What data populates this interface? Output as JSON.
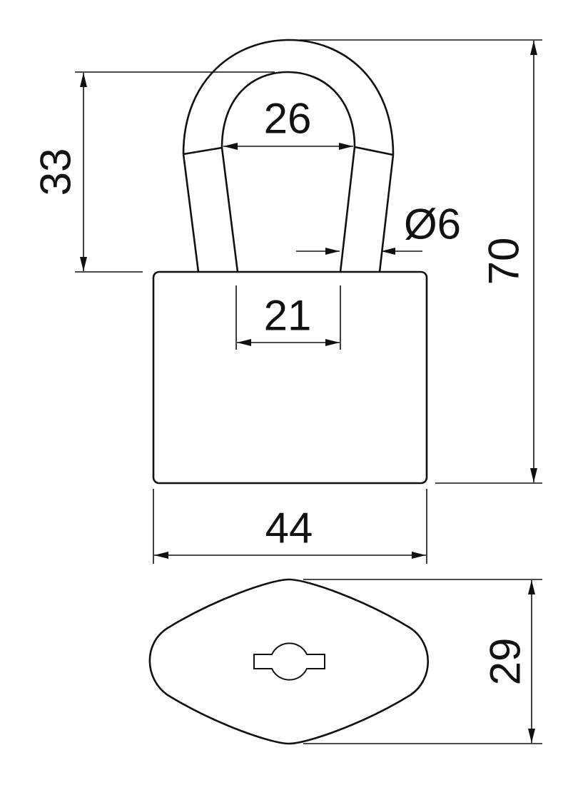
{
  "diagram": {
    "subject": "padlock",
    "colors": {
      "line": "#111111",
      "background": "#ffffff"
    },
    "dimensions": {
      "shackle_inner_width": "26",
      "shackle_height": "33",
      "shackle_diameter": "Ø6",
      "leg_spacing": "21",
      "total_height": "70",
      "body_width": "44",
      "body_thickness": "29"
    }
  }
}
